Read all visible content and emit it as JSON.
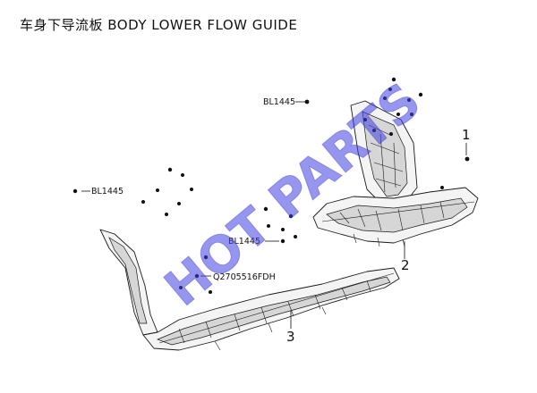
{
  "title": "车身下导流板 BODY LOWER FLOW GUIDE",
  "callouts": {
    "bl1445_top": "BL1445",
    "bl1445_left": "BL1445",
    "bl1445_middle": "BL1445",
    "q2705516fdh": "Q2705516FDH"
  },
  "part_numbers": {
    "p1": "1",
    "p2": "2",
    "p3": "3"
  },
  "watermark": "HOT PARTS",
  "colors": {
    "watermark": "#3f3fe0",
    "line": "#1a1a1a"
  }
}
